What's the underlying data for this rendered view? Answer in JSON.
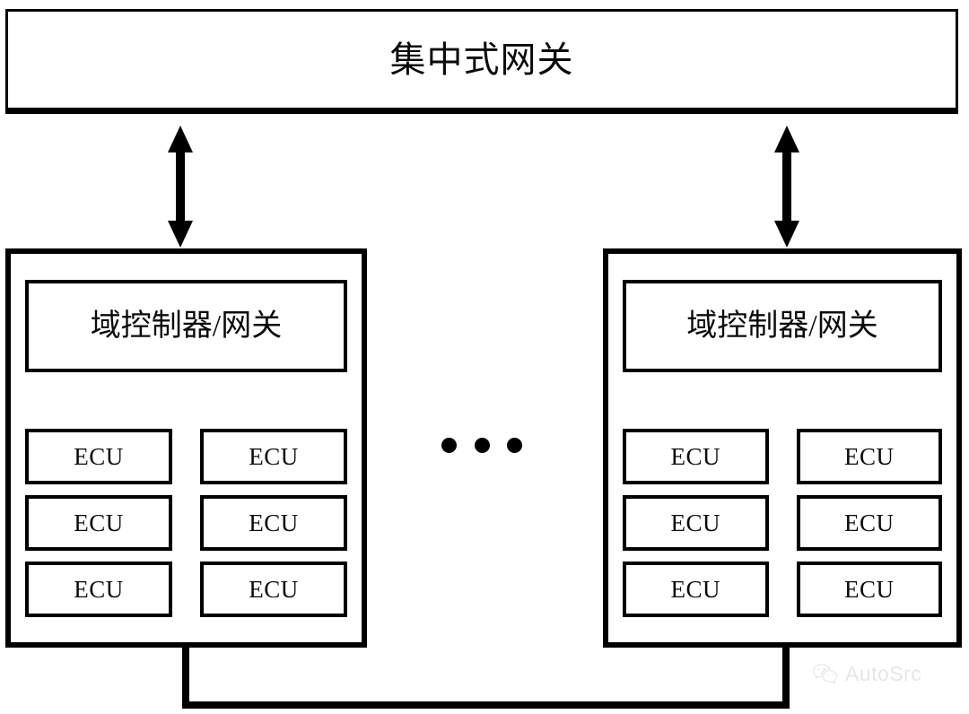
{
  "diagram": {
    "title_box": {
      "label": "集中式网关",
      "name": "centralized-gateway"
    },
    "connector_up_down": {
      "icon": "double-headed-vertical-arrow",
      "count": 2
    },
    "ellipsis": {
      "symbol": "•••",
      "dot_count": 3
    },
    "domains": [
      {
        "id": "left",
        "controller_label": "域控制器/网关",
        "ecus": [
          "ECU",
          "ECU",
          "ECU",
          "ECU",
          "ECU",
          "ECU"
        ]
      },
      {
        "id": "right",
        "controller_label": "域控制器/网关",
        "ecus": [
          "ECU",
          "ECU",
          "ECU",
          "ECU",
          "ECU",
          "ECU"
        ]
      }
    ],
    "bus": {
      "name": "bottom-bus-connector",
      "style": "u-shaped-line"
    },
    "colors": {
      "stroke": "#000000",
      "background": "#ffffff",
      "text": "#0b0b0b",
      "watermark": "#b8b8b8"
    }
  },
  "watermark": {
    "icon": "wechat-icon",
    "text": "AutoSrc"
  }
}
